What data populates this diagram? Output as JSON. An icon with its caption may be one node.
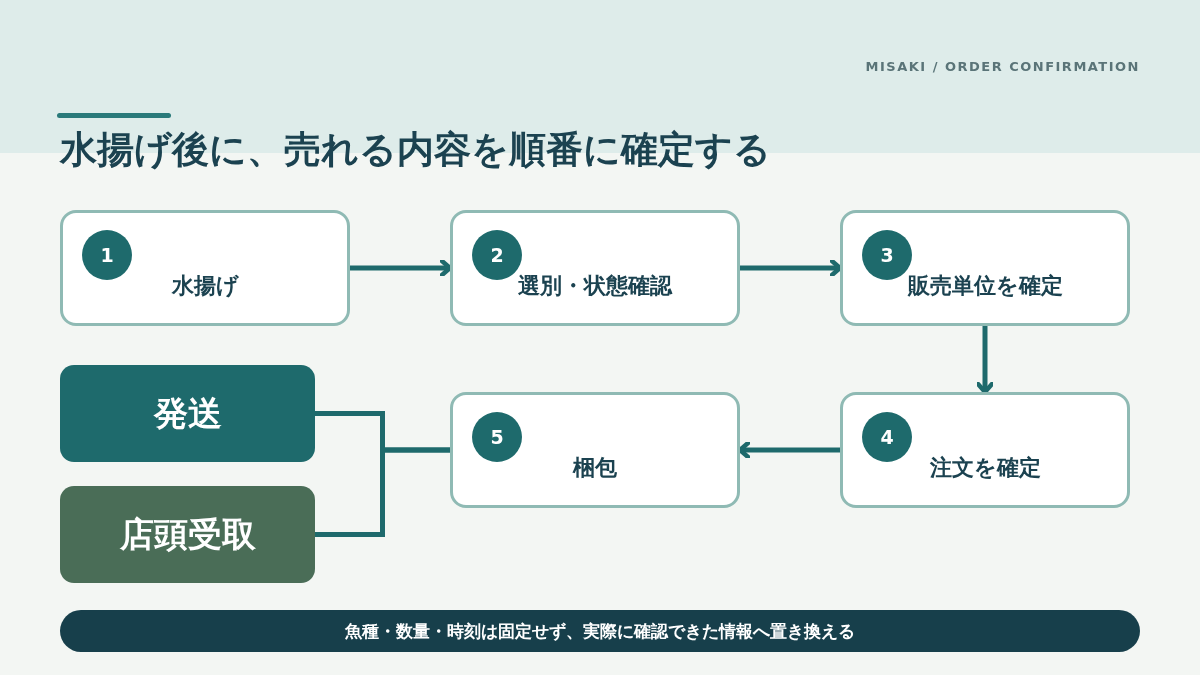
{
  "diagram": {
    "title": "水揚げ後に、売れる内容を順番に確定する",
    "nodes": [
      {
        "text": [
          "1",
          "水揚げ"
        ]
      },
      {
        "text": [
          "2",
          "選別・状態確認"
        ]
      },
      {
        "text": [
          "3",
          "販売単位を確定"
        ]
      },
      {
        "text": [
          "4",
          "注文を確定"
        ]
      },
      {
        "text": [
          "5",
          "梱包"
        ]
      },
      {
        "text": [
          "発送"
        ]
      },
      {
        "text": [
          "店頭受取"
        ]
      },
      {
        "text": [
          "魚種・数量・時刻は固定せず、実際に確認できた情報へ置き換える"
        ]
      }
    ],
    "edges": [
      {
        "from": 0,
        "to": 1,
        "arrow": "to"
      },
      {
        "from": 1,
        "to": 2,
        "arrow": "to"
      },
      {
        "from": 2,
        "to": 3,
        "arrow": "to"
      },
      {
        "from": 3,
        "to": 4,
        "arrow": "to"
      },
      {
        "from": 4,
        "to": 5,
        "arrow": "none"
      },
      {
        "from": 4,
        "to": 6,
        "arrow": "none"
      }
    ],
    "labels": [
      "MISAKI / ORDER CONFIRMATION"
    ]
  }
}
